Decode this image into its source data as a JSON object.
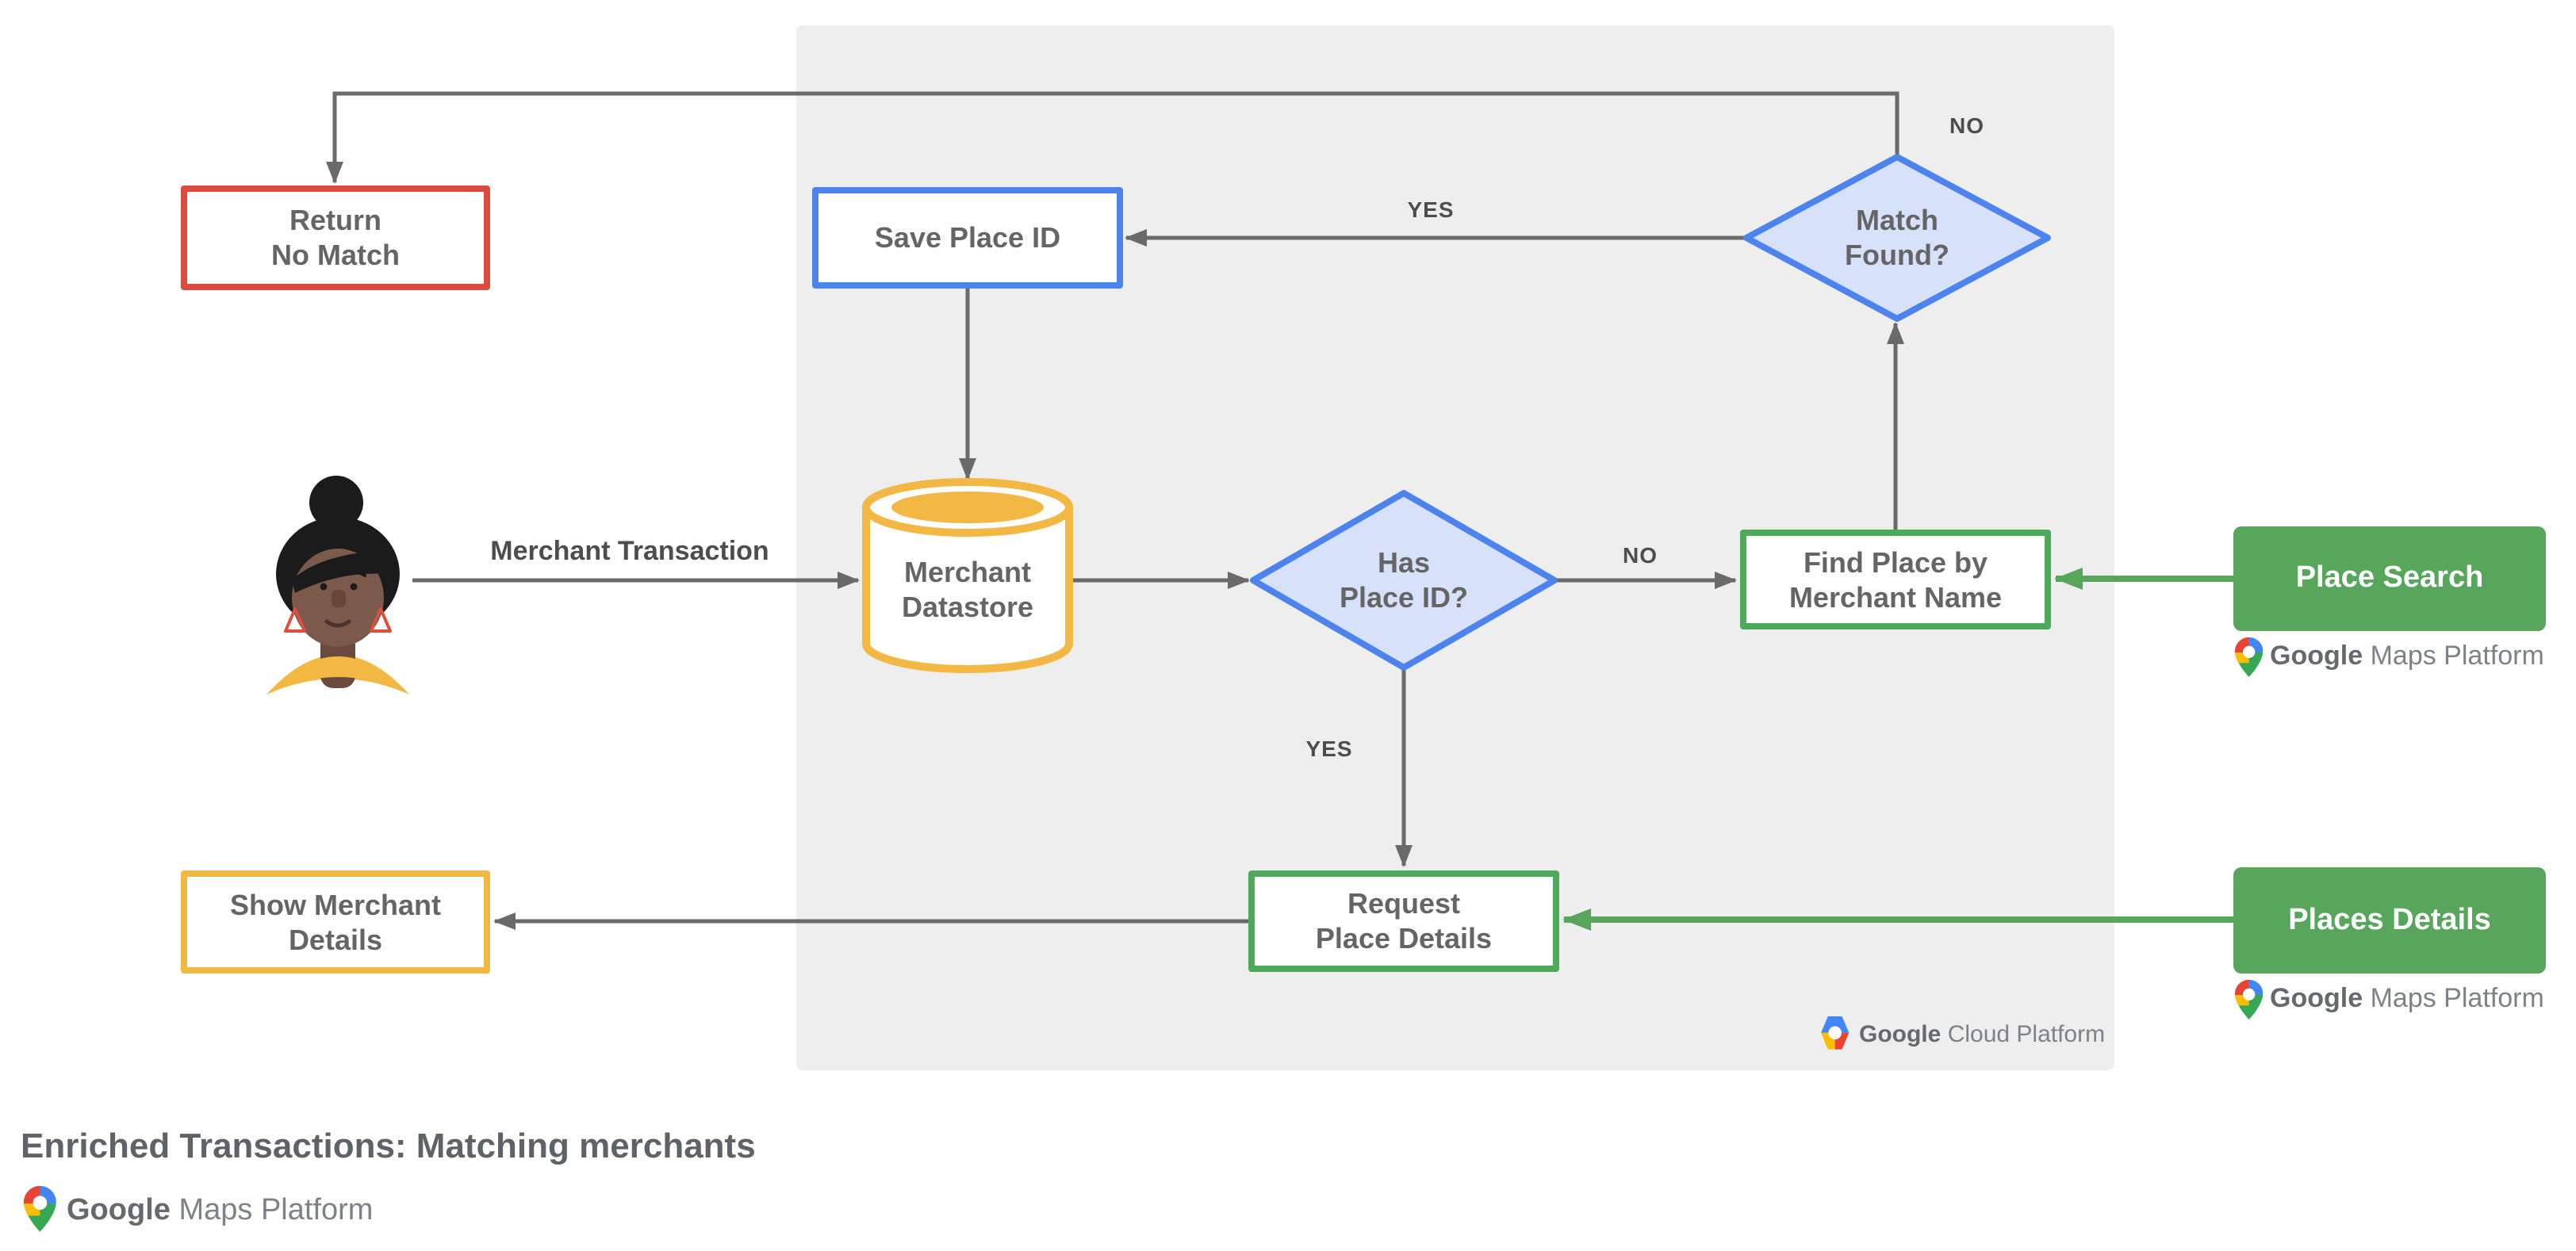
{
  "diagram": {
    "title": "Enriched Transactions: Matching merchants",
    "nodes": {
      "return_no_match": "Return\nNo Match",
      "save_place_id": "Save Place ID",
      "match_found": "Match\nFound?",
      "merchant_datastore": "Merchant\nDatastore",
      "has_place_id": "Has\nPlace ID?",
      "find_place_by_merchant_name": "Find Place by\nMerchant Name",
      "place_search": "Place Search",
      "request_place_details": "Request\nPlace Details",
      "show_merchant_details": "Show Merchant\nDetails",
      "places_details": "Places Details"
    },
    "edge_labels": {
      "match_found_no": "NO",
      "match_found_yes": "YES",
      "has_place_id_no": "NO",
      "has_place_id_yes": "YES",
      "merchant_transaction": "Merchant Transaction"
    },
    "logos": {
      "gmp": {
        "brand": "Google",
        "product": "Maps Platform"
      },
      "gcp": {
        "brand": "Google",
        "product": "Cloud Platform"
      }
    },
    "colors": {
      "red": "#DC4B3E",
      "blue": "#4D83EC",
      "blue_fill": "#D7E2FA",
      "yellow": "#F2B843",
      "green_fill": "#57A65C",
      "green_border": "#4FA95A",
      "panel_gray": "#EEEEEE",
      "line_gray": "#6A6A6A",
      "text_gray": "#656565"
    }
  }
}
